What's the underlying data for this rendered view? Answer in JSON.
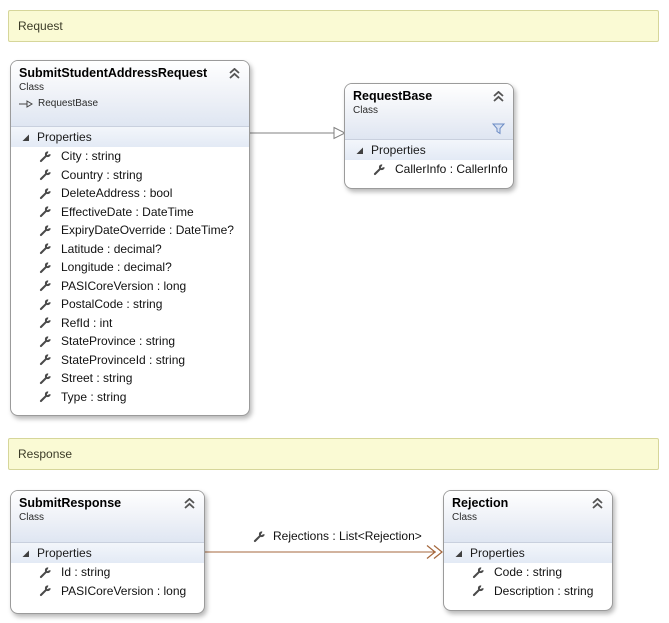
{
  "groups": {
    "request": {
      "label": "Request"
    },
    "response": {
      "label": "Response"
    }
  },
  "classes": [
    {
      "title": "SubmitStudentAddressRequest",
      "kind": "Class",
      "base": "RequestBase",
      "section": "Properties",
      "properties": [
        "City : string",
        "Country : string",
        "DeleteAddress : bool",
        "EffectiveDate : DateTime",
        "ExpiryDateOverride : DateTime?",
        "Latitude : decimal?",
        "Longitude : decimal?",
        "PASICoreVersion : long",
        "PostalCode : string",
        "RefId : int",
        "StateProvince : string",
        "StateProvinceId : string",
        "Street : string",
        "Type : string"
      ]
    },
    {
      "title": "RequestBase",
      "kind": "Class",
      "section": "Properties",
      "properties": [
        "CallerInfo : CallerInfo"
      ]
    },
    {
      "title": "SubmitResponse",
      "kind": "Class",
      "section": "Properties",
      "properties": [
        "Id : string",
        "PASICoreVersion : long"
      ]
    },
    {
      "title": "Rejection",
      "kind": "Class",
      "section": "Properties",
      "properties": [
        "Code : string",
        "Description : string"
      ]
    }
  ],
  "connectors": {
    "inheritance": {
      "type": "inheritance",
      "from": "SubmitStudentAddressRequest",
      "to": "RequestBase"
    },
    "association": {
      "type": "association",
      "from": "SubmitResponse",
      "to": "Rejection",
      "label": "Rejections : List<Rejection>"
    }
  },
  "icons": {
    "wrench": "property (wrench) icon",
    "collapse_chevron": "collapse double-chevron icon",
    "expander": "expanded section triangle",
    "filter": "filter funnel icon",
    "inherits_arrow": "inherits-from arrow glyph"
  },
  "colors": {
    "group_fill": "#fafad4",
    "group_border": "#d6d69a",
    "box_border": "#9b9b9b",
    "header_gradient_bottom": "#dfe6f2",
    "section_gradient_bottom": "#e3eaf5",
    "inheritance_line": "#808080",
    "association_line": "#a5673c",
    "icon_gray": "#4a4a4a",
    "filter_blue": "#6b8bc4"
  }
}
